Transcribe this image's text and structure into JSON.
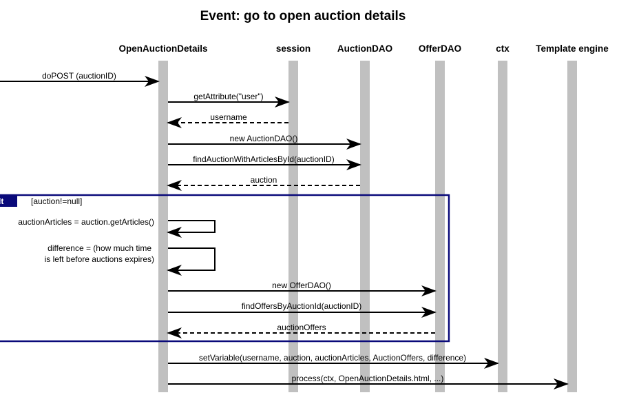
{
  "title": "Event: go to open auction details",
  "participants": [
    "OpenAuctionDetails",
    "session",
    "AuctionDAO",
    "OfferDAO",
    "ctx",
    "Template engine"
  ],
  "messages": [
    {
      "label": "doPOST (auctionID)",
      "from": "external",
      "to": "OpenAuctionDetails",
      "style": "solid"
    },
    {
      "label": "getAttribute(\"user\")",
      "from": "OpenAuctionDetails",
      "to": "session",
      "style": "solid"
    },
    {
      "label": "username",
      "from": "session",
      "to": "OpenAuctionDetails",
      "style": "dashed"
    },
    {
      "label": "new AuctionDAO()",
      "from": "OpenAuctionDetails",
      "to": "AuctionDAO",
      "style": "solid"
    },
    {
      "label": "findAuctionWithArticlesById(auctionID)",
      "from": "OpenAuctionDetails",
      "to": "AuctionDAO",
      "style": "solid"
    },
    {
      "label": "auction",
      "from": "AuctionDAO",
      "to": "OpenAuctionDetails",
      "style": "dashed"
    },
    {
      "label": "new OfferDAO()",
      "from": "OpenAuctionDetails",
      "to": "OfferDAO",
      "style": "solid"
    },
    {
      "label": "findOffersByAuctionId(auctionID)",
      "from": "OpenAuctionDetails",
      "to": "OfferDAO",
      "style": "solid"
    },
    {
      "label": "auctionOffers",
      "from": "OfferDAO",
      "to": "OpenAuctionDetails",
      "style": "dashed"
    },
    {
      "label": "setVariable(username, auction, auctionArticles, AuctionOffers, difference)",
      "from": "OpenAuctionDetails",
      "to": "ctx",
      "style": "solid"
    },
    {
      "label": "process(ctx, OpenAuctionDetails.html, ...)",
      "from": "OpenAuctionDetails",
      "to": "Template engine",
      "style": "solid"
    }
  ],
  "self_calls": [
    {
      "lines": [
        "auctionArticles = auction.getArticles()"
      ]
    },
    {
      "lines": [
        "difference = (how much time",
        "is left before auctions expires)"
      ]
    }
  ],
  "fragment": {
    "tag": "lt",
    "guard": "[auction!=null]"
  },
  "colors": {
    "lifeline": "#c0c0c0",
    "fragment_border": "#0a0a7a",
    "arrow": "#000000",
    "background": "#ffffff"
  }
}
